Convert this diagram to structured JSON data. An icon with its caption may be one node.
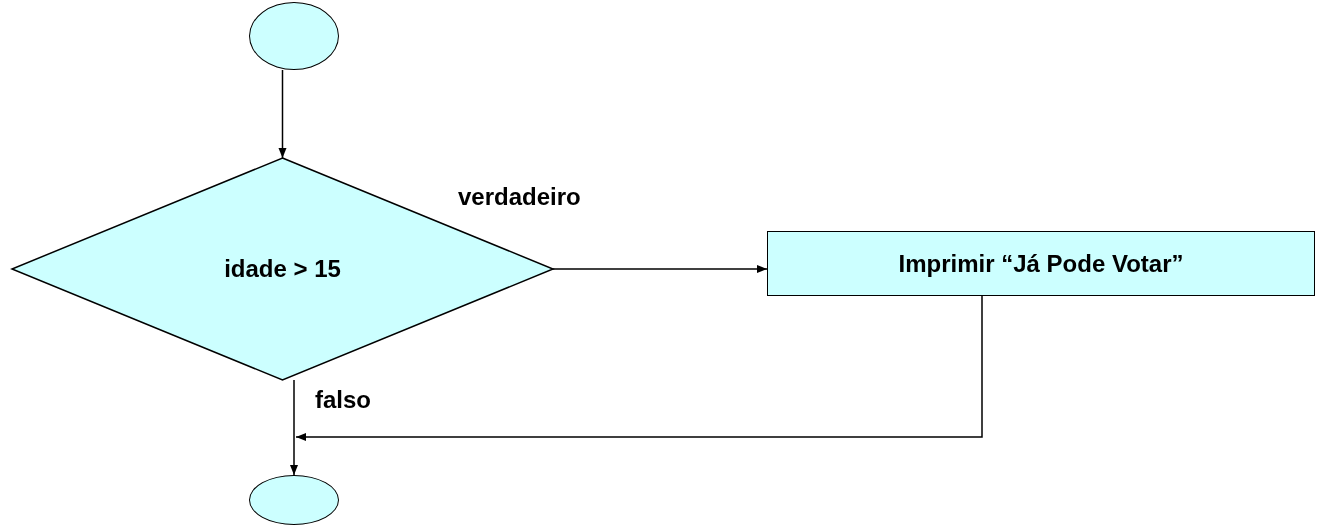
{
  "diagram": {
    "nodes": [
      {
        "text": [],
        "shape": "circle"
      },
      {
        "text": [
          "idade > 15"
        ]
      },
      {
        "text": [
          "Imprimir “Já Pode Votar”"
        ]
      },
      {
        "text": [],
        "shape": "circle"
      }
    ],
    "edges": [
      {
        "from": 0,
        "to": 1,
        "arrow": "to"
      },
      {
        "from": 1,
        "to": 2,
        "arrow": "to",
        "label": "verdadeiro"
      },
      {
        "from": 1,
        "to": 3,
        "arrow": "to",
        "label": "falso"
      },
      {
        "from": 2,
        "to": 3,
        "arrow": "to"
      }
    ]
  }
}
